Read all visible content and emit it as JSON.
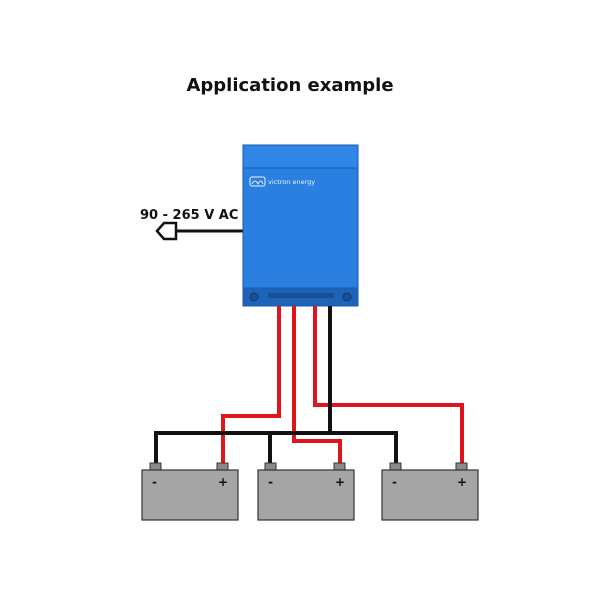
{
  "title": "Application example",
  "ac_input_label": "90 - 265 V AC",
  "brand_text": "victron energy",
  "colors": {
    "charger_blue": "#2a7fe0",
    "charger_blue_dark": "#1d63b8",
    "positive_wire": "#e0141b",
    "negative_wire": "#111111",
    "battery_gray": "#a5a5a5"
  },
  "batteries": [
    {
      "negative_symbol": "-",
      "positive_symbol": "+"
    },
    {
      "negative_symbol": "-",
      "positive_symbol": "+"
    },
    {
      "negative_symbol": "-",
      "positive_symbol": "+"
    }
  ]
}
